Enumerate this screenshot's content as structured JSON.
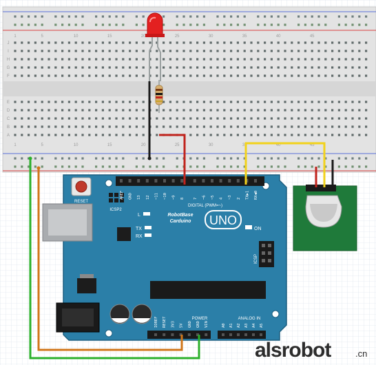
{
  "breadboard": {
    "column_numbers": [
      "1",
      "5",
      "10",
      "15",
      "20",
      "25",
      "30",
      "35",
      "40",
      "45"
    ],
    "row_letters_top": [
      "J",
      "I",
      "H",
      "G",
      "F"
    ],
    "row_letters_bottom": [
      "E",
      "D",
      "C",
      "B",
      "A"
    ]
  },
  "arduino": {
    "reset_label": "RESET",
    "icsp2_label": "ICSP2",
    "icsp_label": "ICSP",
    "brand_line1": "RobotBase",
    "brand_line2": "Carduino",
    "model_label": "UNO",
    "on_label": "ON",
    "l_label": "L",
    "tx_label": "TX",
    "rx_label": "RX",
    "digital_label": "DIGITAL (PWM=~)",
    "power_label": "POWER",
    "analog_label": "ANALOG IN",
    "digital_pins": [
      "AREF",
      "GND",
      "13",
      "12",
      "~11",
      "~10",
      "~9",
      "8",
      "7",
      "~6",
      "~5",
      "4",
      "~3",
      "2",
      "TX▶1",
      "RX◀0"
    ],
    "power_pins": [
      "IOREF",
      "RESET",
      "3V3",
      "5V",
      "GND",
      "GND",
      "VIN"
    ],
    "analog_pins": [
      "A0",
      "A1",
      "A2",
      "A3",
      "A4",
      "A5"
    ]
  },
  "watermark": {
    "brand": "alsrobot",
    "suffix": ".cn"
  },
  "colors": {
    "board": "#2b7fa8",
    "wire_red": "#c0231c",
    "wire_black": "#1a1a1a",
    "wire_yellow": "#f2d21b",
    "wire_green": "#2bb02b",
    "wire_orange": "#d0761a",
    "sensor_board": "#1f7a3a"
  }
}
